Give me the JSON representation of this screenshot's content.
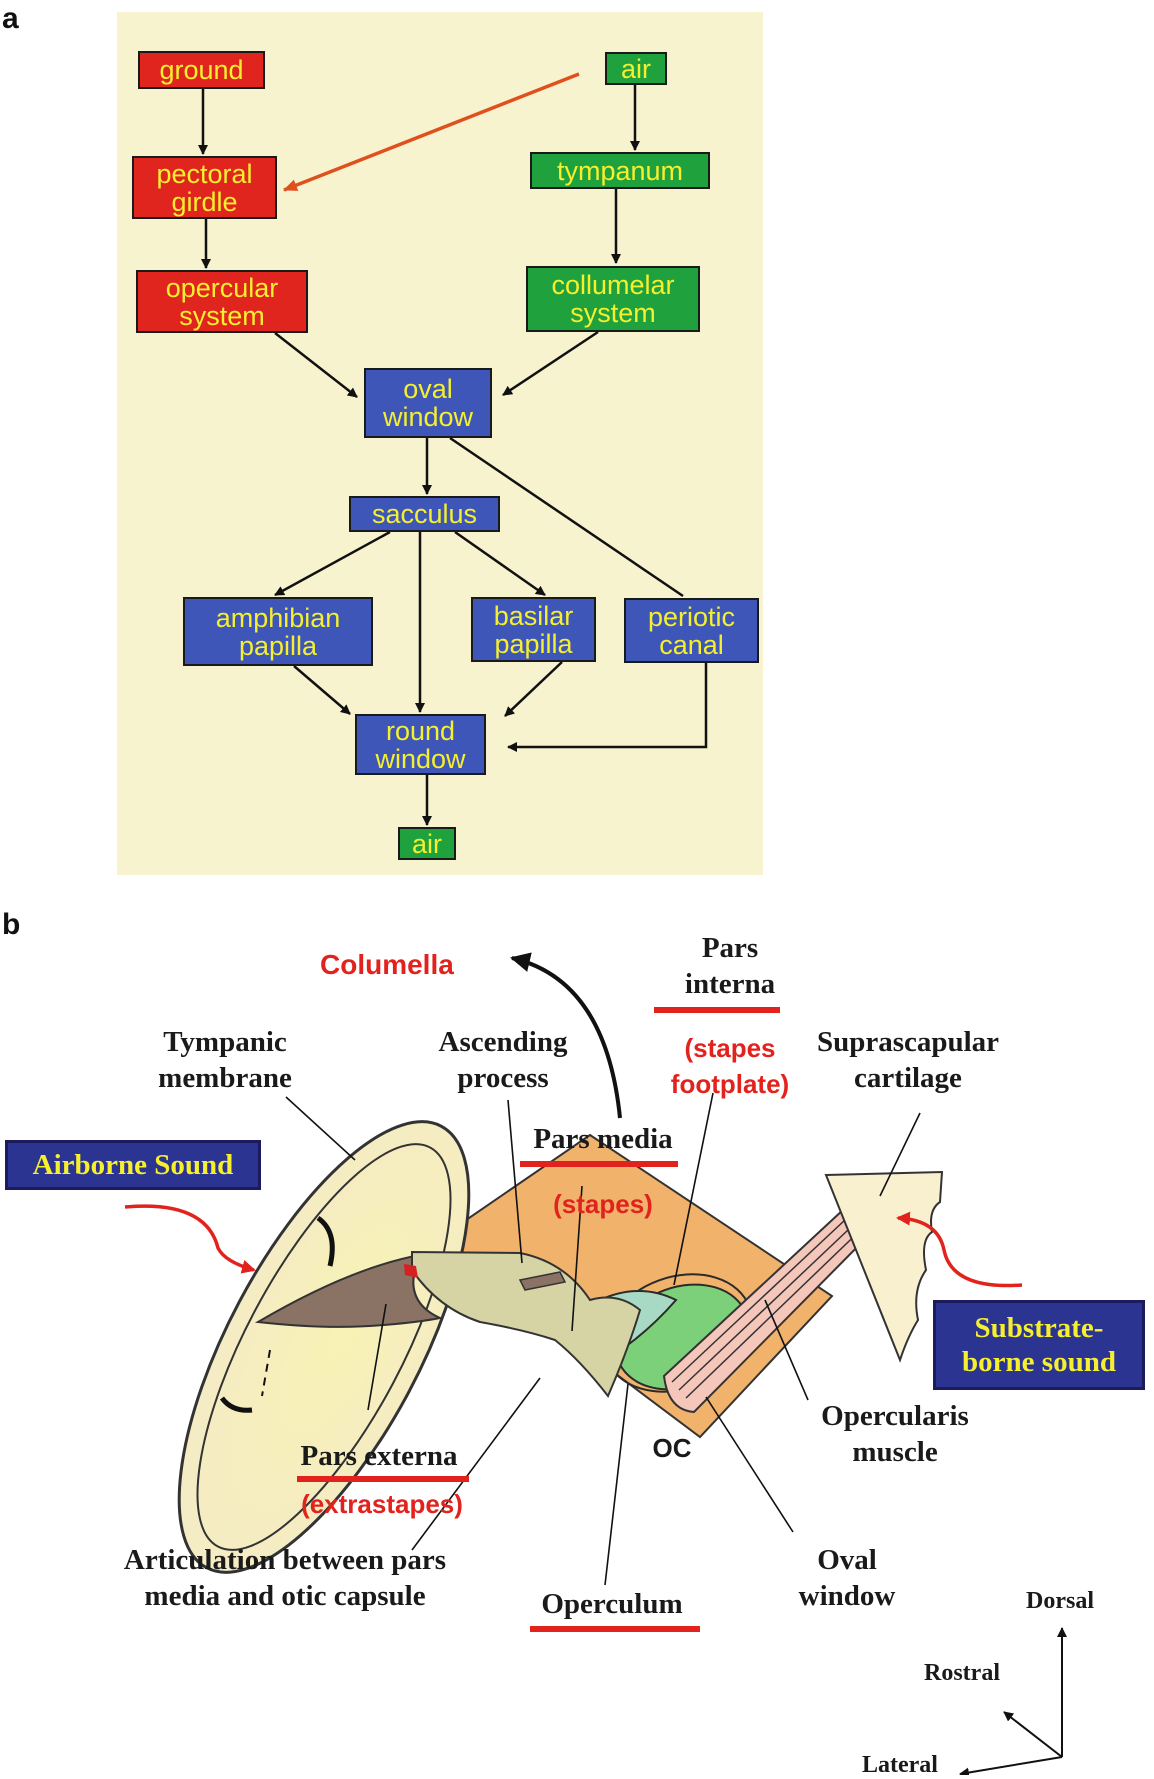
{
  "panels": {
    "a": "a",
    "b": "b"
  },
  "flow": {
    "background": "#f7f3cf",
    "text_color": "#f5ef2e",
    "colors": {
      "substrate": "#e0251f",
      "airborne": "#1fa23d",
      "inner_ear": "#3e56b8",
      "substrate_arrow": "#e0501f"
    },
    "nodes": {
      "ground": "ground",
      "air_top": "air",
      "pectoral_girdle": "pectoral\ngirdle",
      "tympanum": "tympanum",
      "opercular_system": "opercular\nsystem",
      "collumelar_system": "collumelar\nsystem",
      "oval_window": "oval\nwindow",
      "sacculus": "sacculus",
      "amphibian_papilla": "amphibian\npapilla",
      "basilar_papilla": "basilar\npapilla",
      "periotic_canal": "periotic\ncanal",
      "round_window": "round\nwindow",
      "air_bottom": "air"
    }
  },
  "anatomy": {
    "columella": "Columella",
    "pars_interna": "Pars\ninterna",
    "stapes_footplate": "(stapes\nfootplate)",
    "tympanic_membrane": "Tympanic\nmembrane",
    "ascending_process": "Ascending\nprocess",
    "suprascapular_cartilage": "Suprascapular\ncartilage",
    "pars_media": "Pars media",
    "stapes": "(stapes)",
    "airborne_sound": "Airborne Sound",
    "substrate_borne_sound": "Substrate-\nborne sound",
    "opercularis_muscle": "Opercularis\nmuscle",
    "oc": "OC",
    "pars_externa": "Pars externa",
    "extrastapes": "(extrastapes)",
    "articulation": "Articulation between pars\nmedia and otic capsule",
    "operculum": "Operculum",
    "oval_window": "Oval\nwindow",
    "axes": {
      "dorsal": "Dorsal",
      "rostral": "Rostral",
      "lateral": "Lateral"
    }
  }
}
